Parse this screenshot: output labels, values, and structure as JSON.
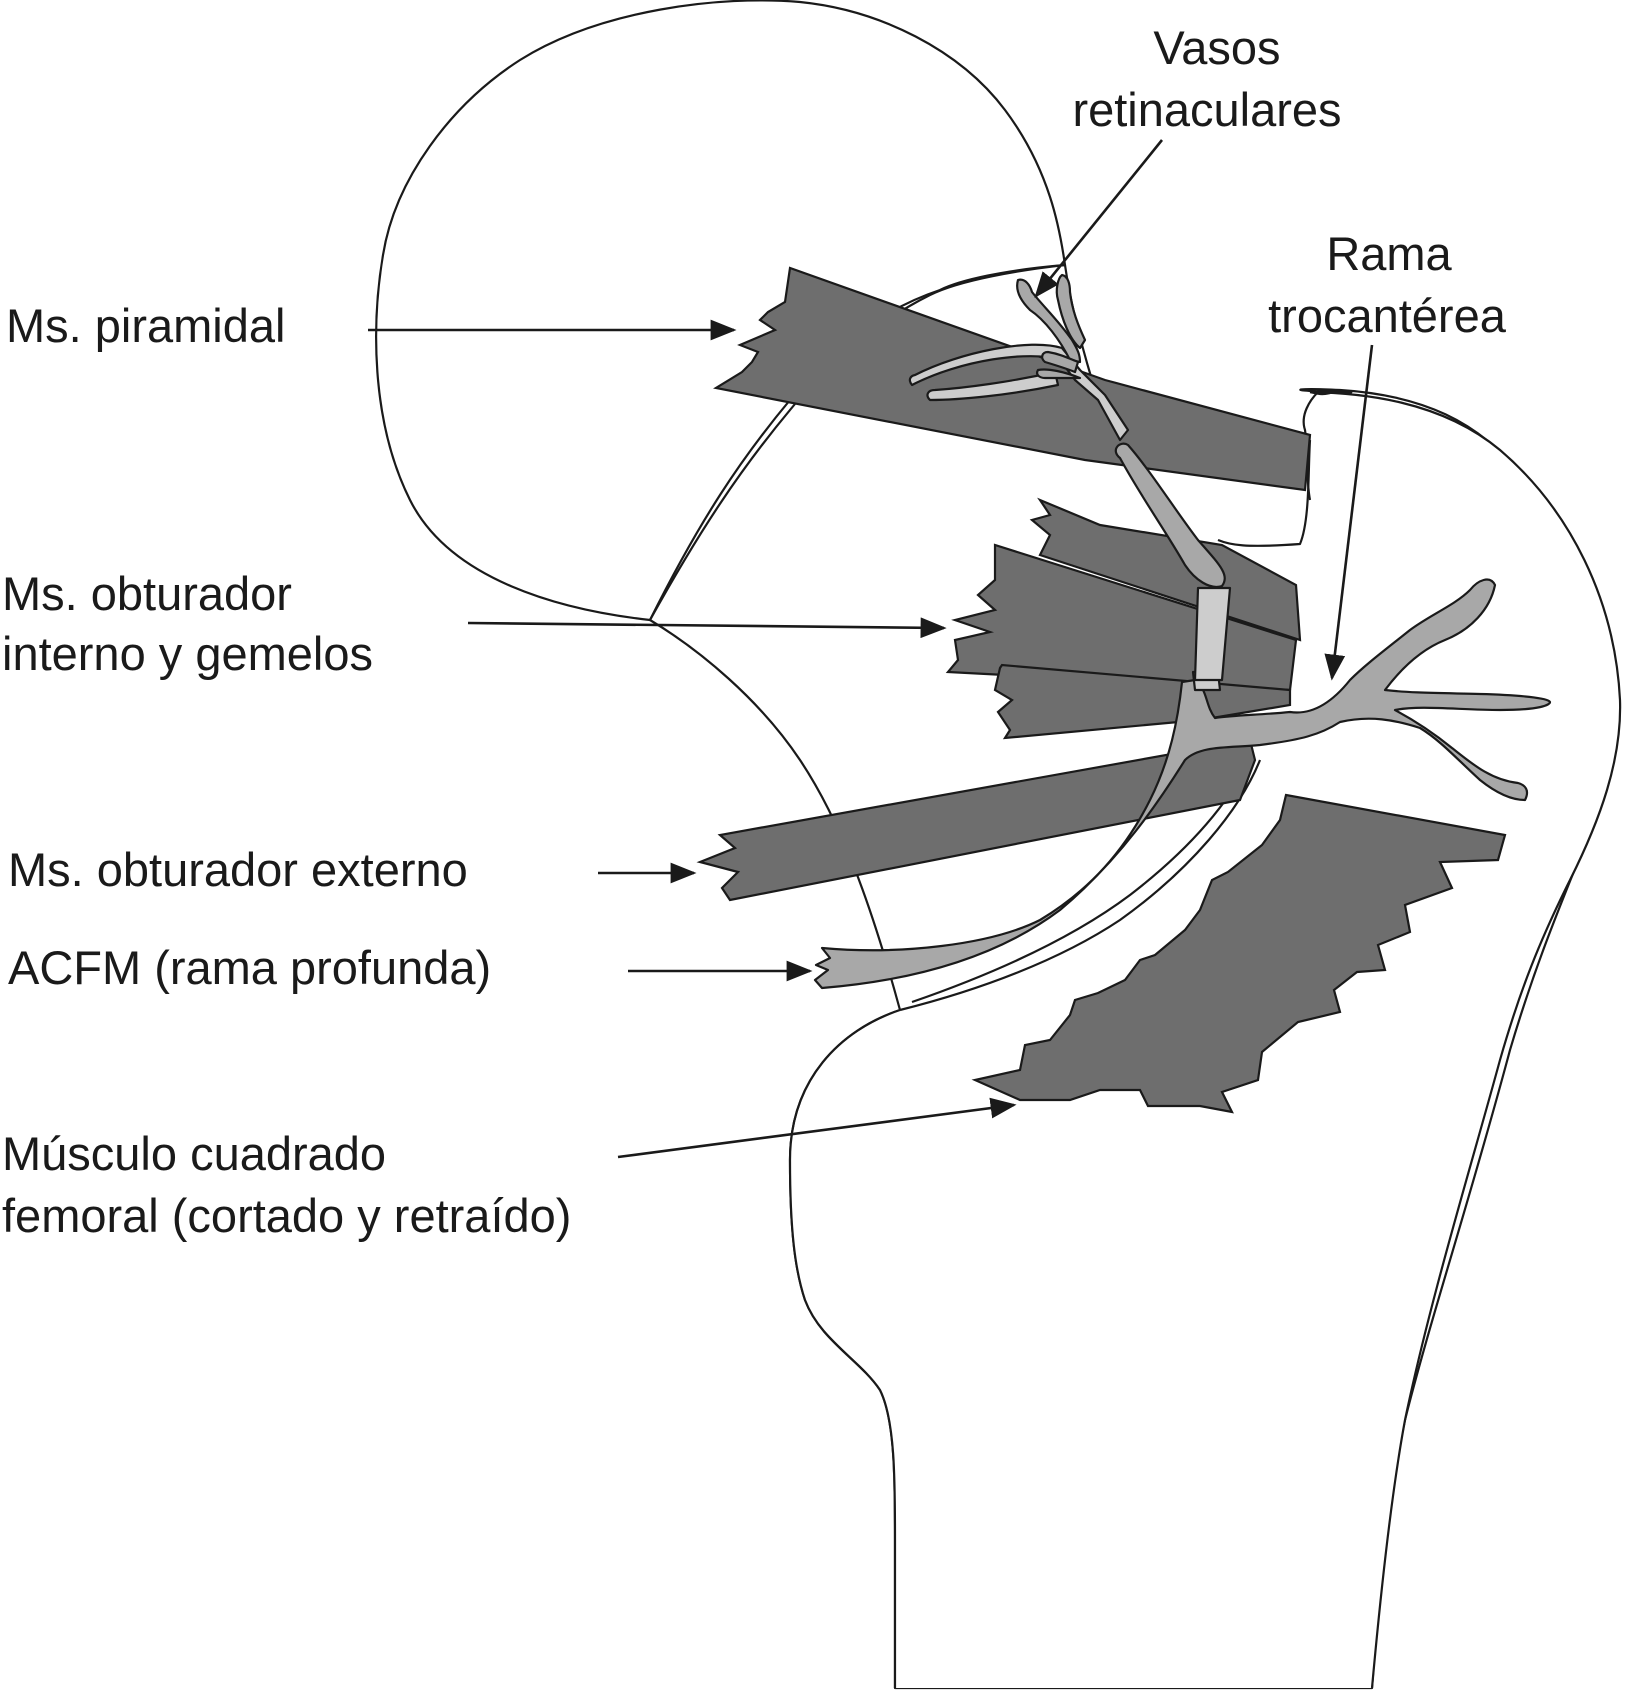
{
  "labels": {
    "vasos": [
      "Vasos",
      "retinaculares"
    ],
    "rama": [
      "Rama",
      "trocantérea"
    ],
    "piramidal": [
      "Ms. piramidal"
    ],
    "obturador_interno": [
      "Ms. obturador",
      "interno y gemelos"
    ],
    "obturador_externo": [
      "Ms. obturador externo"
    ],
    "acfm": [
      "ACFM (rama profunda)"
    ],
    "cuadrado": [
      "Músculo cuadrado",
      "femoral (cortado y retraído)"
    ]
  },
  "colors": {
    "muscle": "#6e6e6e",
    "vessel": "#a8a8a8",
    "vessel_light": "#cdcdcd",
    "bone": "#ffffff",
    "ink": "#1a1a1a"
  }
}
